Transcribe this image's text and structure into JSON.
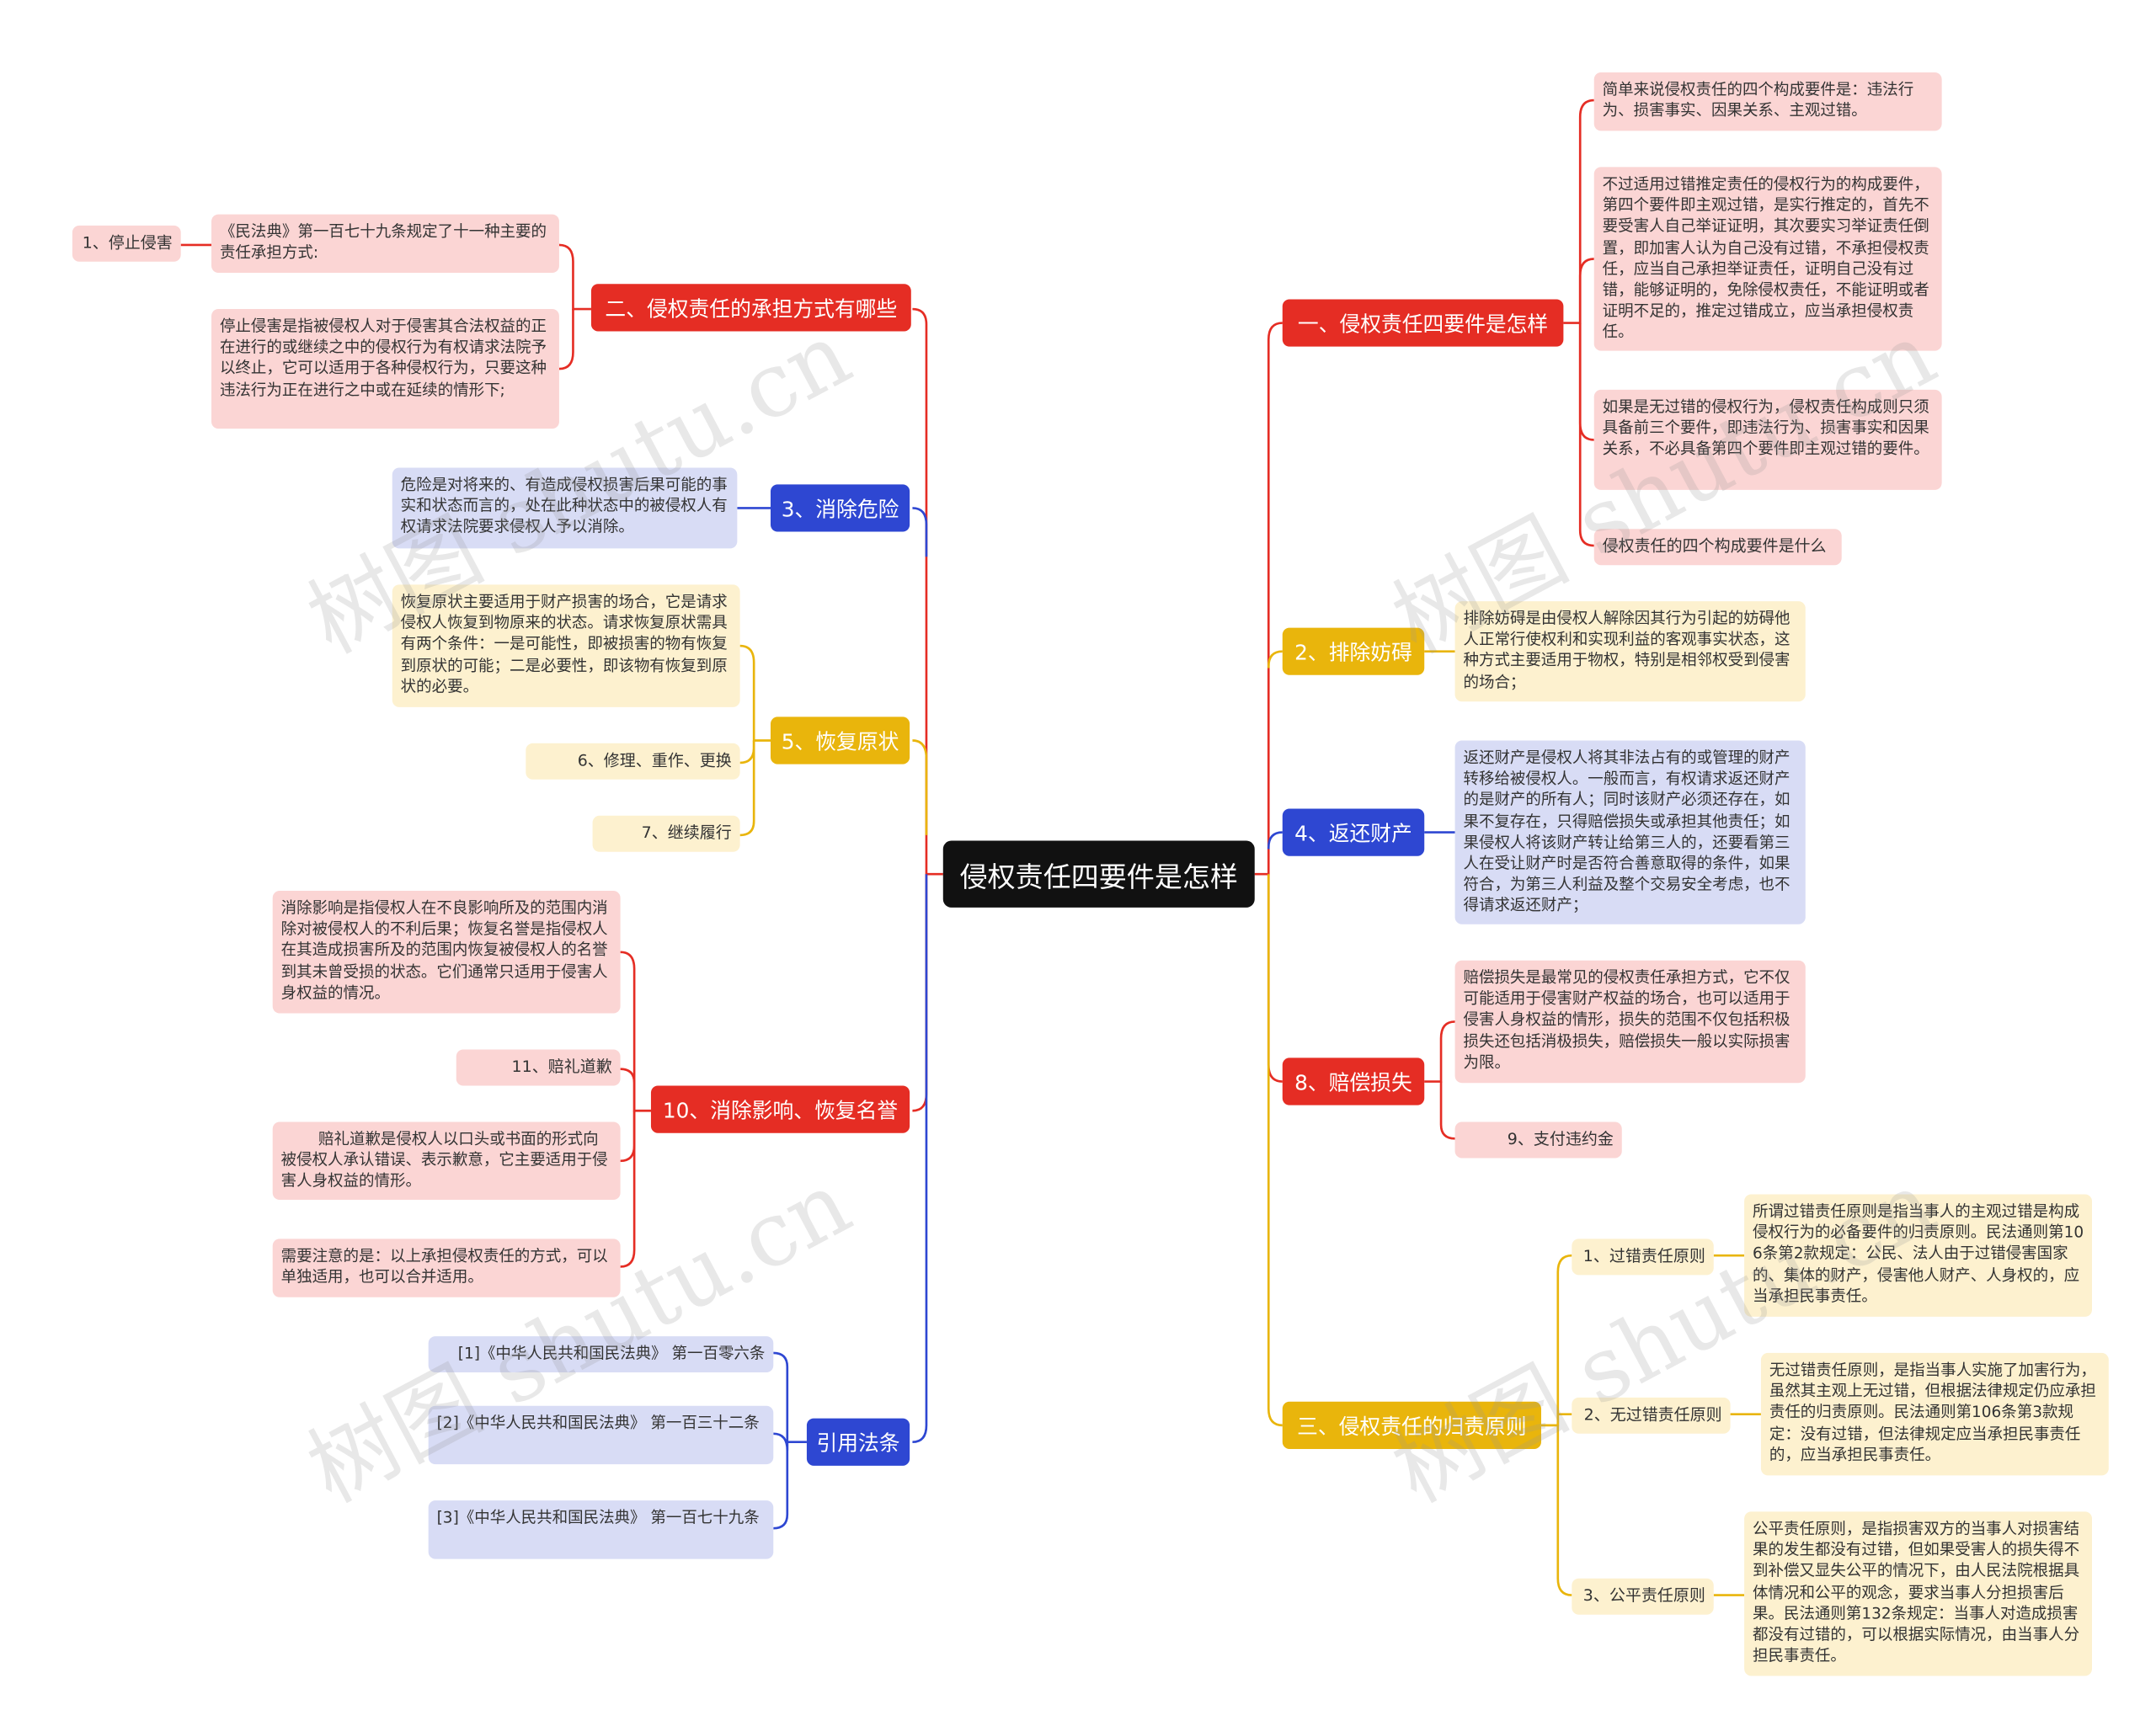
{
  "root": "侵权责任四要件是怎样",
  "watermark": "树图 shutu.cn",
  "colors": {
    "red": "#e52d24",
    "blue": "#2e47d2",
    "gold": "#e9b50c",
    "root": "#111111"
  },
  "left": {
    "b2": {
      "title": "二、侵权责任的承担方式有哪些",
      "note1": "《民法典》第一百七十九条规定了十一种主要的责任承担方式:",
      "note1_child": "1、停止侵害",
      "note2": "停止侵害是指被侵权人对于侵害其合法权益的正在进行的或继续之中的侵权行为有权请求法院予以终止，它可以适用于各种侵权行为，只要这种违法行为正在进行之中或在延续的情形下;"
    },
    "b3": {
      "title": "3、消除危险",
      "note": "危险是对将来的、有造成侵权损害后果可能的事实和状态而言的，处在此种状态中的被侵权人有权请求法院要求侵权人予以消除。"
    },
    "b5": {
      "title": "5、恢复原状",
      "note": "恢复原状主要适用于财产损害的场合，它是请求侵权人恢复到物原来的状态。请求恢复原状需具有两个条件：一是可能性，即被损害的物有恢复到原状的可能；二是必要性，即该物有恢复到原状的必要。",
      "item6": "6、修理、重作、更换",
      "item7": "7、继续履行"
    },
    "b10": {
      "title": "10、消除影响、恢复名誉",
      "note1": "消除影响是指侵权人在不良影响所及的范围内消除对被侵权人的不利后果；恢复名誉是指侵权人在其造成损害所及的范围内恢复被侵权人的名誉到其未曾受损的状态。它们通常只适用于侵害人身权益的情况。",
      "item11": "11、赔礼道歉",
      "note2": "赔礼道歉是侵权人以口头或书面的形式向被侵权人承认错误、表示歉意，它主要适用于侵害人身权益的情形。",
      "note3": "需要注意的是：以上承担侵权责任的方式，可以单独适用，也可以合并适用。"
    },
    "cite": {
      "title": "引用法条",
      "r1": "[1]《中华人民共和国民法典》 第一百零六条",
      "r2": "[2]《中华人民共和国民法典》 第一百三十二条",
      "r3": "[3]《中华人民共和国民法典》 第一百七十九条"
    }
  },
  "right": {
    "b1": {
      "title": "一、侵权责任四要件是怎样",
      "n1": "简单来说侵权责任的四个构成要件是：违法行为、损害事实、因果关系、主观过错。",
      "n2": "不过适用过错推定责任的侵权行为的构成要件，第四个要件即主观过错，是实行推定的，首先不要受害人自己举证证明，其次要实习举证责任倒置，即加害人认为自己没有过错，不承担侵权责任，应当自己承担举证责任，证明自己没有过错，能够证明的，免除侵权责任，不能证明或者证明不足的，推定过错成立，应当承担侵权责任。",
      "n3": "如果是无过错的侵权行为，侵权责任构成则只须具备前三个要件，即违法行为、损害事实和因果关系，不必具备第四个要件即主观过错的要件。",
      "n4": "侵权责任的四个构成要件是什么"
    },
    "b2": {
      "title": "2、排除妨碍",
      "note": "排除妨碍是由侵权人解除因其行为引起的妨碍他人正常行使权利和实现利益的客观事实状态，这种方式主要适用于物权，特别是相邻权受到侵害的场合；"
    },
    "b4": {
      "title": "4、返还财产",
      "note": "返还财产是侵权人将其非法占有的或管理的财产转移给被侵权人。一般而言，有权请求返还财产的是财产的所有人；同时该财产必须还存在，如果不复存在，只得赔偿损失或承担其他责任；如果侵权人将该财产转让给第三人的，还要看第三人在受让财产时是否符合善意取得的条件，如果符合，为第三人利益及整个交易安全考虑，也不得请求返还财产；"
    },
    "b8": {
      "title": "8、赔偿损失",
      "note": "赔偿损失是最常见的侵权责任承担方式，它不仅可能适用于侵害财产权益的场合，也可以适用于侵害人身权益的情形，损失的范围不仅包括积极损失还包括消极损失，赔偿损失一般以实际损害为限。",
      "item9": "9、支付违约金"
    },
    "b3": {
      "title": "三、侵权责任的归责原则",
      "p1": "1、过错责任原则",
      "p1n": "所谓过错责任原则是指当事人的主观过错是构成侵权行为的必备要件的归责原则。民法通则第106条第2款规定：公民、法人由于过错侵害国家的、集体的财产，侵害他人财产、人身权的，应当承担民事责任。",
      "p2": "2、无过错责任原则",
      "p2n": "无过错责任原则，是指当事人实施了加害行为，虽然其主观上无过错，但根据法律规定仍应承担责任的归责原则。民法通则第106条第3款规定：没有过错，但法律规定应当承担民事责任的，应当承担民事责任。",
      "p3": "3、公平责任原则",
      "p3n": "公平责任原则，是指损害双方的当事人对损害结果的发生都没有过错，但如果受害人的损失得不到补偿又显失公平的情况下，由人民法院根据具体情况和公平的观念，要求当事人分担损害后果。民法通则第132条规定：当事人对造成损害都没有过错的，可以根据实际情况，由当事人分担民事责任。"
    }
  }
}
